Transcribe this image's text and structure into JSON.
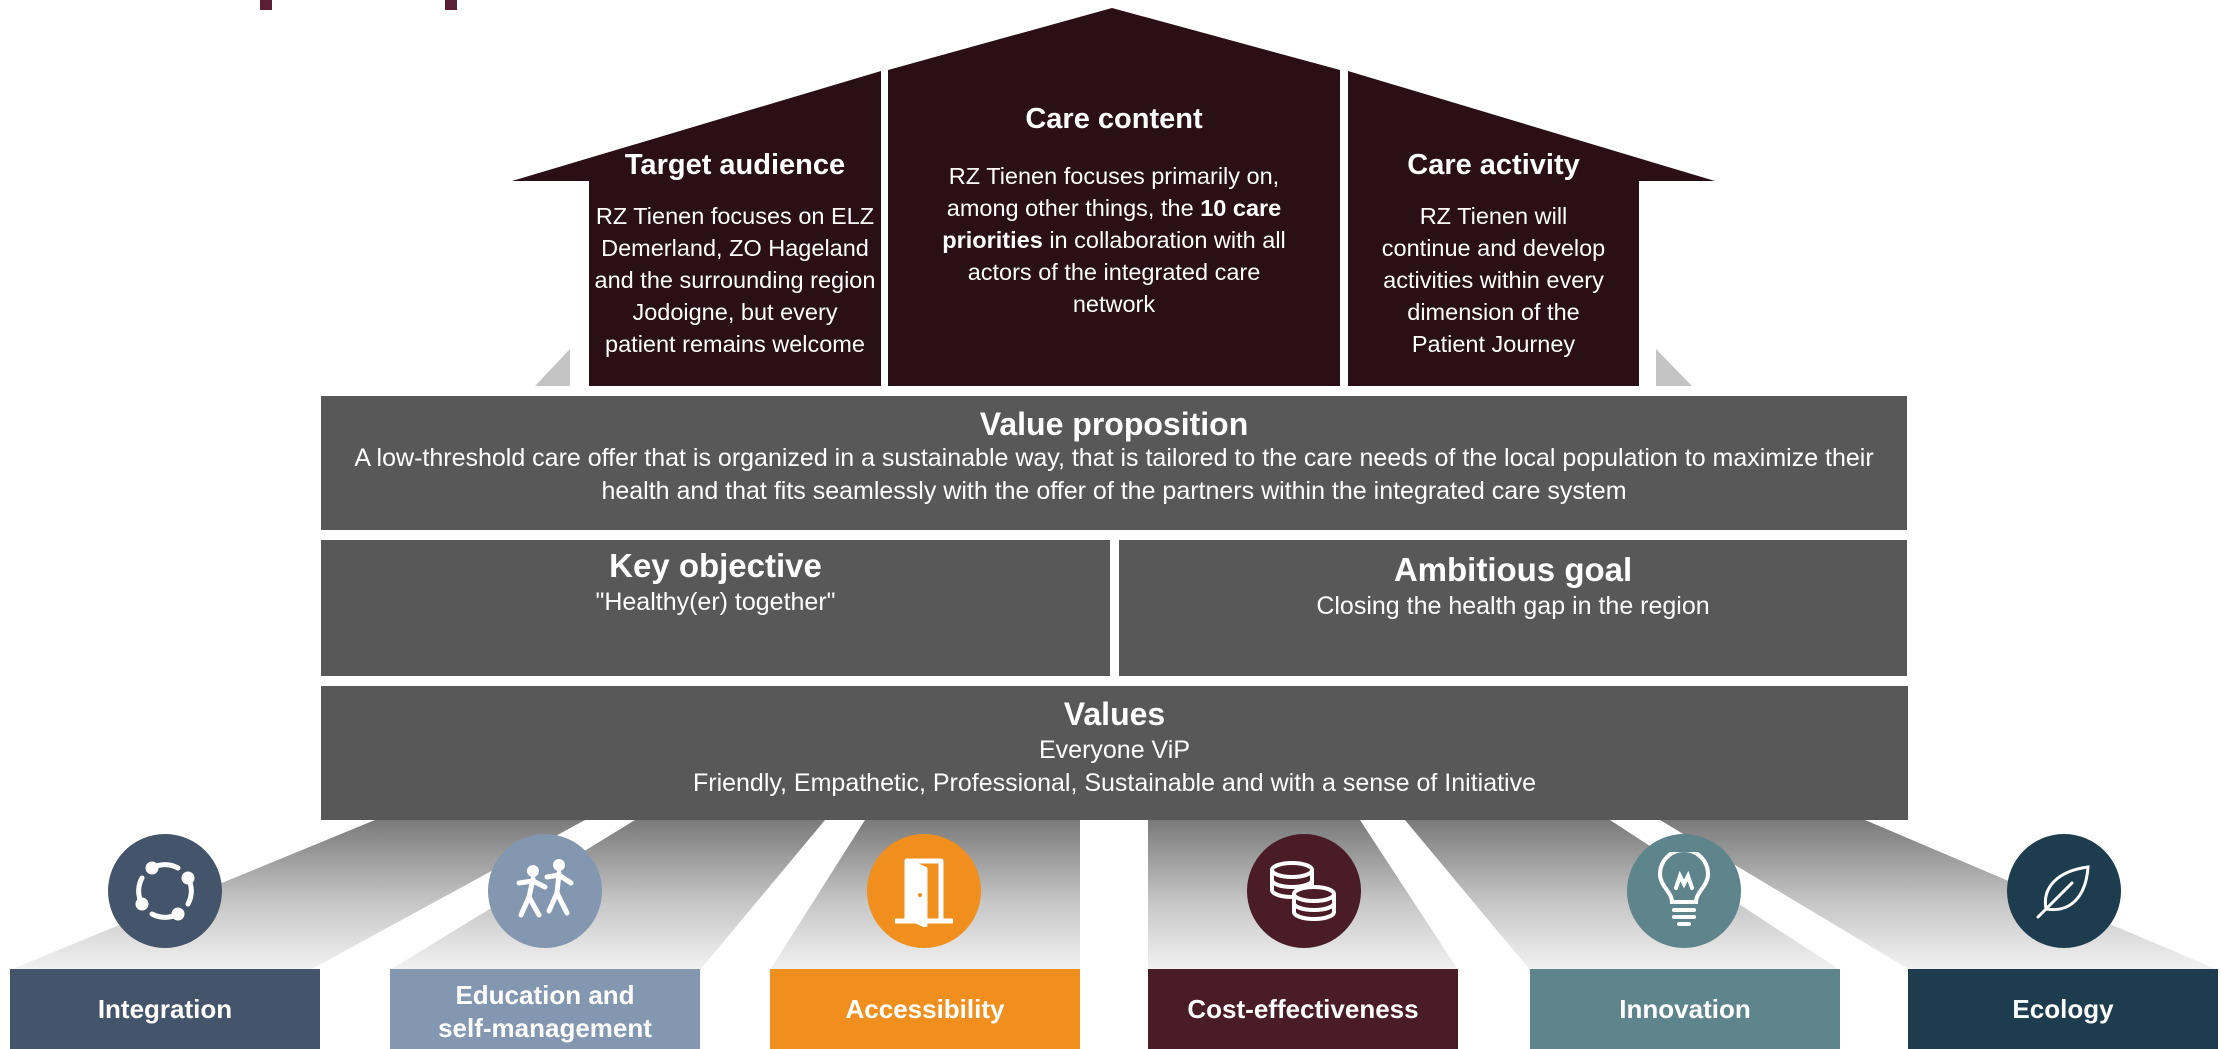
{
  "roof": {
    "target": {
      "title": "Target audience",
      "text": "RZ Tienen focuses on ELZ Demerland, ZO Hageland and the surrounding region Jodoigne, but every patient remains welcome"
    },
    "content": {
      "title": "Care content",
      "text_before": "RZ Tienen focuses primarily on, among other things, the ",
      "text_bold": "10 care priorities",
      "text_after": "  in collaboration with all actors of the integrated care network"
    },
    "activity": {
      "title": "Care activity",
      "text": "RZ Tienen will continue and develop activities within every dimension of the Patient Journey"
    }
  },
  "value_proposition": {
    "title": "Value proposition",
    "text": "A low-threshold care offer that is organized in a sustainable way, that is tailored to the care needs of the local population to maximize their health and that fits seamlessly with the offer of the partners within the integrated care system"
  },
  "key_objective": {
    "title": "Key objective",
    "text": "\"Healthy(er) together\""
  },
  "ambitious_goal": {
    "title": "Ambitious goal",
    "text": "Closing the health gap in the region"
  },
  "values": {
    "title": "Values",
    "line1": "Everyone ViP",
    "line2": "Friendly, Empathetic, Professional, Sustainable and with a sense of Initiative"
  },
  "pillars": [
    {
      "label": "Integration",
      "icon": "cycle-arrows-icon",
      "color": "#44546a"
    },
    {
      "label": "Education and self-management",
      "icon": "people-dancing-icon",
      "color": "#8497b0"
    },
    {
      "label": "Accessibility",
      "icon": "open-door-icon",
      "color": "#f18f1e"
    },
    {
      "label": "Cost-effectiveness",
      "icon": "coins-icon",
      "color": "#4a1c28"
    },
    {
      "label": "Innovation",
      "icon": "lightbulb-icon",
      "color": "#5f858c"
    },
    {
      "label": "Ecology",
      "icon": "leaf-icon",
      "color": "#1d3c4e"
    }
  ],
  "colors": {
    "roof": "#2a1016",
    "bar": "#585858",
    "title_accent": "#5a1f34"
  }
}
